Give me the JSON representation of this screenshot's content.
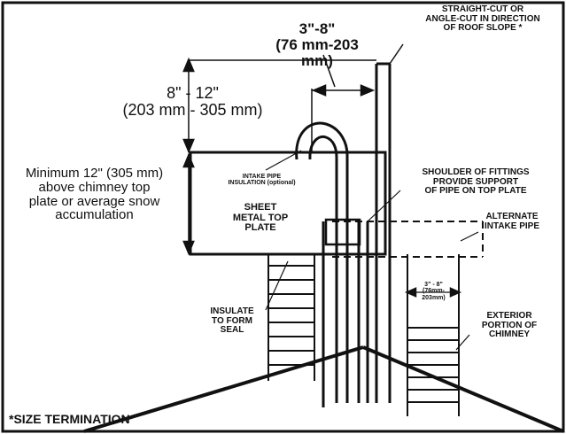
{
  "diagram": {
    "labels": {
      "top_gap": "3\"-8\"\n(76 mm-203 mm)",
      "top_right_cut": "STRAIGHT-CUT OR\nANGLE-CUT IN DIRECTION\nOF ROOF SLOPE *",
      "height_range": "8\" - 12\"\n(203 mm - 305 mm)",
      "minimum_height": "Minimum 12\" (305 mm)\nabove chimney top\nplate or average snow\naccumulation",
      "intake_insulation": "INTAKE PIPE\nINSULATION (optional)",
      "sheet_metal_plate": "SHEET\nMETAL TOP\nPLATE",
      "shoulder_fittings": "SHOULDER OF FITTINGS\nPROVIDE SUPPORT\nOF PIPE ON TOP PLATE",
      "alternate_intake": "ALTERNATE\nINTAKE PIPE",
      "insulate_seal": "INSULATE\nTO FORM\nSEAL",
      "inner_gap": "3\" - 8\"\n(76mm-\n203mm)",
      "exterior_chimney": "EXTERIOR\nPORTION OF\nCHIMNEY",
      "footnote": "*SIZE TERMINATION"
    },
    "colors": {
      "ink": "#111111",
      "paper": "#ffffff"
    }
  }
}
